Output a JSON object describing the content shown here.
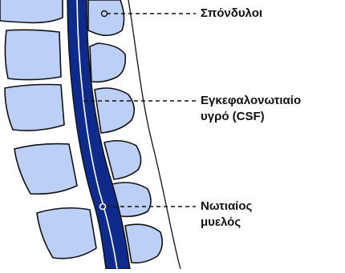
{
  "labels": {
    "vertebrae": [
      "Σπόνδυλοι"
    ],
    "csf": [
      "Εγκεφαλονωτιαίο",
      "υγρό (CSF)"
    ],
    "spinal_cord": [
      "Νωτιαίος",
      "μυελός"
    ]
  },
  "colors": {
    "vertebra_fill": "#bcd0f7",
    "outline": "#111111",
    "spinal_canal": "#0e2a8a",
    "spinal_cord_line": "#ffffff",
    "background": "#ffffff"
  }
}
